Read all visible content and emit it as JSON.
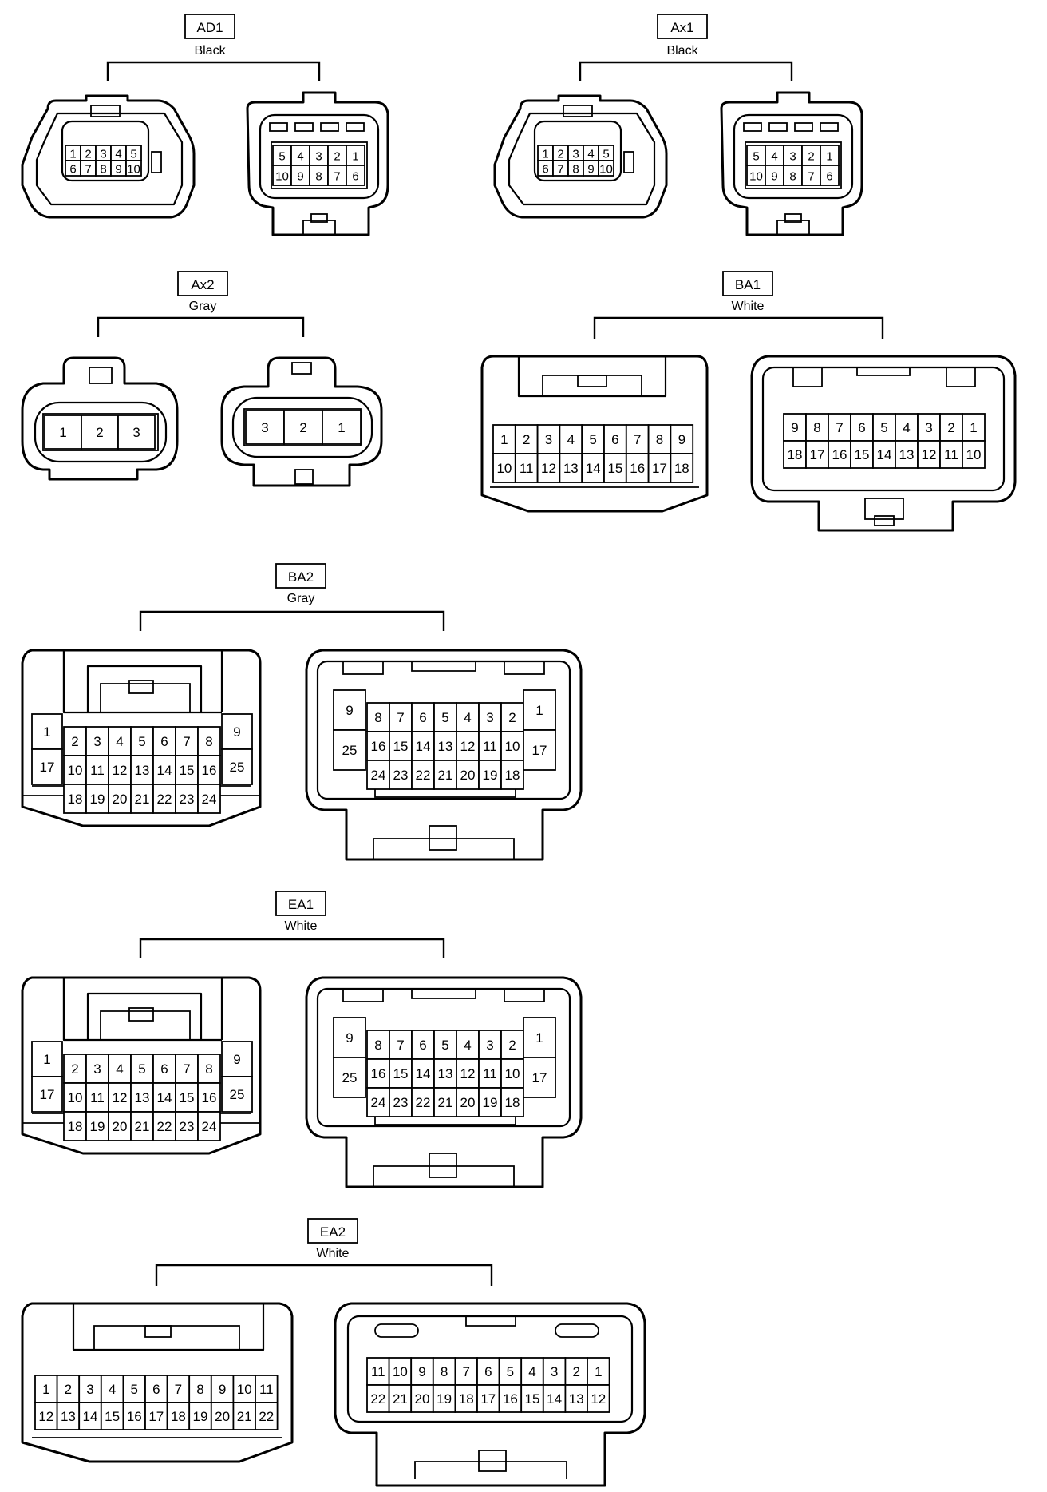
{
  "connectors": {
    "ad1": {
      "id": "AD1",
      "color": "Black",
      "female": [
        [
          "1",
          "2",
          "3",
          "4",
          "5"
        ],
        [
          "6",
          "7",
          "8",
          "9",
          "10"
        ]
      ],
      "male": [
        [
          "5",
          "4",
          "3",
          "2",
          "1"
        ],
        [
          "10",
          "9",
          "8",
          "7",
          "6"
        ]
      ]
    },
    "ax1": {
      "id": "Ax1",
      "color": "Black",
      "female": [
        [
          "1",
          "2",
          "3",
          "4",
          "5"
        ],
        [
          "6",
          "7",
          "8",
          "9",
          "10"
        ]
      ],
      "male": [
        [
          "5",
          "4",
          "3",
          "2",
          "1"
        ],
        [
          "10",
          "9",
          "8",
          "7",
          "6"
        ]
      ]
    },
    "ax2": {
      "id": "Ax2",
      "color": "Gray",
      "female": [
        [
          "1",
          "2",
          "3"
        ]
      ],
      "male": [
        [
          "3",
          "2",
          "1"
        ]
      ]
    },
    "ba1": {
      "id": "BA1",
      "color": "White",
      "female": [
        [
          "1",
          "2",
          "3",
          "4",
          "5",
          "6",
          "7",
          "8",
          "9"
        ],
        [
          "10",
          "11",
          "12",
          "13",
          "14",
          "15",
          "16",
          "17",
          "18"
        ]
      ],
      "male": [
        [
          "9",
          "8",
          "7",
          "6",
          "5",
          "4",
          "3",
          "2",
          "1"
        ],
        [
          "18",
          "17",
          "16",
          "15",
          "14",
          "13",
          "12",
          "11",
          "10"
        ]
      ]
    },
    "ba2": {
      "id": "BA2",
      "color": "Gray",
      "female": {
        "left": [
          "1",
          "17"
        ],
        "grid": [
          [
            "2",
            "3",
            "4",
            "5",
            "6",
            "7",
            "8"
          ],
          [
            "10",
            "11",
            "12",
            "13",
            "14",
            "15",
            "16"
          ],
          [
            "18",
            "19",
            "20",
            "21",
            "22",
            "23",
            "24"
          ]
        ],
        "right": [
          "9",
          "25"
        ]
      },
      "male": {
        "left": [
          "9",
          "25"
        ],
        "grid": [
          [
            "8",
            "7",
            "6",
            "5",
            "4",
            "3",
            "2"
          ],
          [
            "16",
            "15",
            "14",
            "13",
            "12",
            "11",
            "10"
          ],
          [
            "24",
            "23",
            "22",
            "21",
            "20",
            "19",
            "18"
          ]
        ],
        "right": [
          "1",
          "17"
        ]
      }
    },
    "ea1": {
      "id": "EA1",
      "color": "White",
      "female": {
        "left": [
          "1",
          "17"
        ],
        "grid": [
          [
            "2",
            "3",
            "4",
            "5",
            "6",
            "7",
            "8"
          ],
          [
            "10",
            "11",
            "12",
            "13",
            "14",
            "15",
            "16"
          ],
          [
            "18",
            "19",
            "20",
            "21",
            "22",
            "23",
            "24"
          ]
        ],
        "right": [
          "9",
          "25"
        ]
      },
      "male": {
        "left": [
          "9",
          "25"
        ],
        "grid": [
          [
            "8",
            "7",
            "6",
            "5",
            "4",
            "3",
            "2"
          ],
          [
            "16",
            "15",
            "14",
            "13",
            "12",
            "11",
            "10"
          ],
          [
            "24",
            "23",
            "22",
            "21",
            "20",
            "19",
            "18"
          ]
        ],
        "right": [
          "1",
          "17"
        ]
      }
    },
    "ea2": {
      "id": "EA2",
      "color": "White",
      "female": [
        [
          "1",
          "2",
          "3",
          "4",
          "5",
          "6",
          "7",
          "8",
          "9",
          "10",
          "11"
        ],
        [
          "12",
          "13",
          "14",
          "15",
          "16",
          "17",
          "18",
          "19",
          "20",
          "21",
          "22"
        ]
      ],
      "male": [
        [
          "11",
          "10",
          "9",
          "8",
          "7",
          "6",
          "5",
          "4",
          "3",
          "2",
          "1"
        ],
        [
          "22",
          "21",
          "20",
          "19",
          "18",
          "17",
          "16",
          "15",
          "14",
          "13",
          "12"
        ]
      ]
    }
  }
}
